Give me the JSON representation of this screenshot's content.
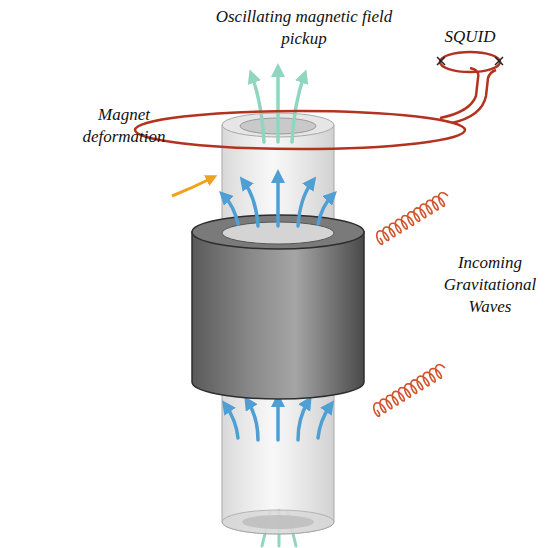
{
  "diagram": {
    "labels": [
      "Oscillating magnetic field pickup",
      "SQUID",
      "Magnet deformation",
      "Incoming Gravitational Waves"
    ]
  }
}
